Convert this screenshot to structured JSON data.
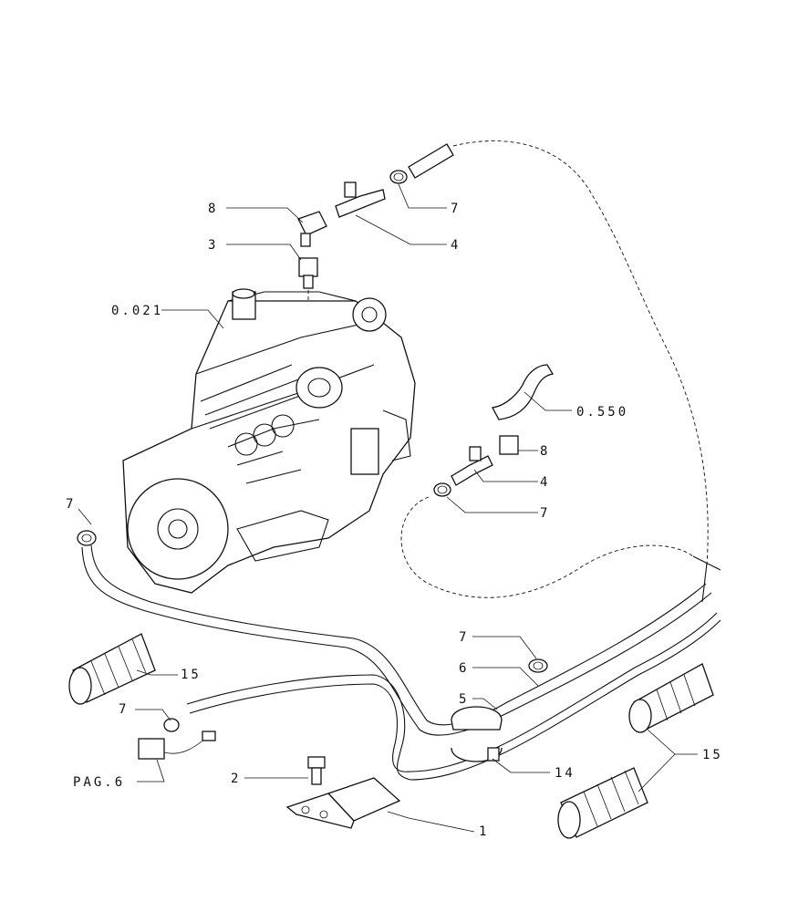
{
  "callouts": {
    "c_8_top": "8",
    "c_3": "3",
    "c_7_top": "7",
    "c_4_top": "4",
    "c_0021": "0.021",
    "c_0550": "0.550",
    "c_8_mid": "8",
    "c_4_mid": "4",
    "c_7_mid": "7",
    "c_7_left": "7",
    "c_15_left": "15",
    "c_7_lower": "7",
    "c_pag6": "PAG.6",
    "c_7_right": "7",
    "c_6": "6",
    "c_5": "5",
    "c_15_right": "15",
    "c_2": "2",
    "c_14": "14",
    "c_1": "1"
  }
}
